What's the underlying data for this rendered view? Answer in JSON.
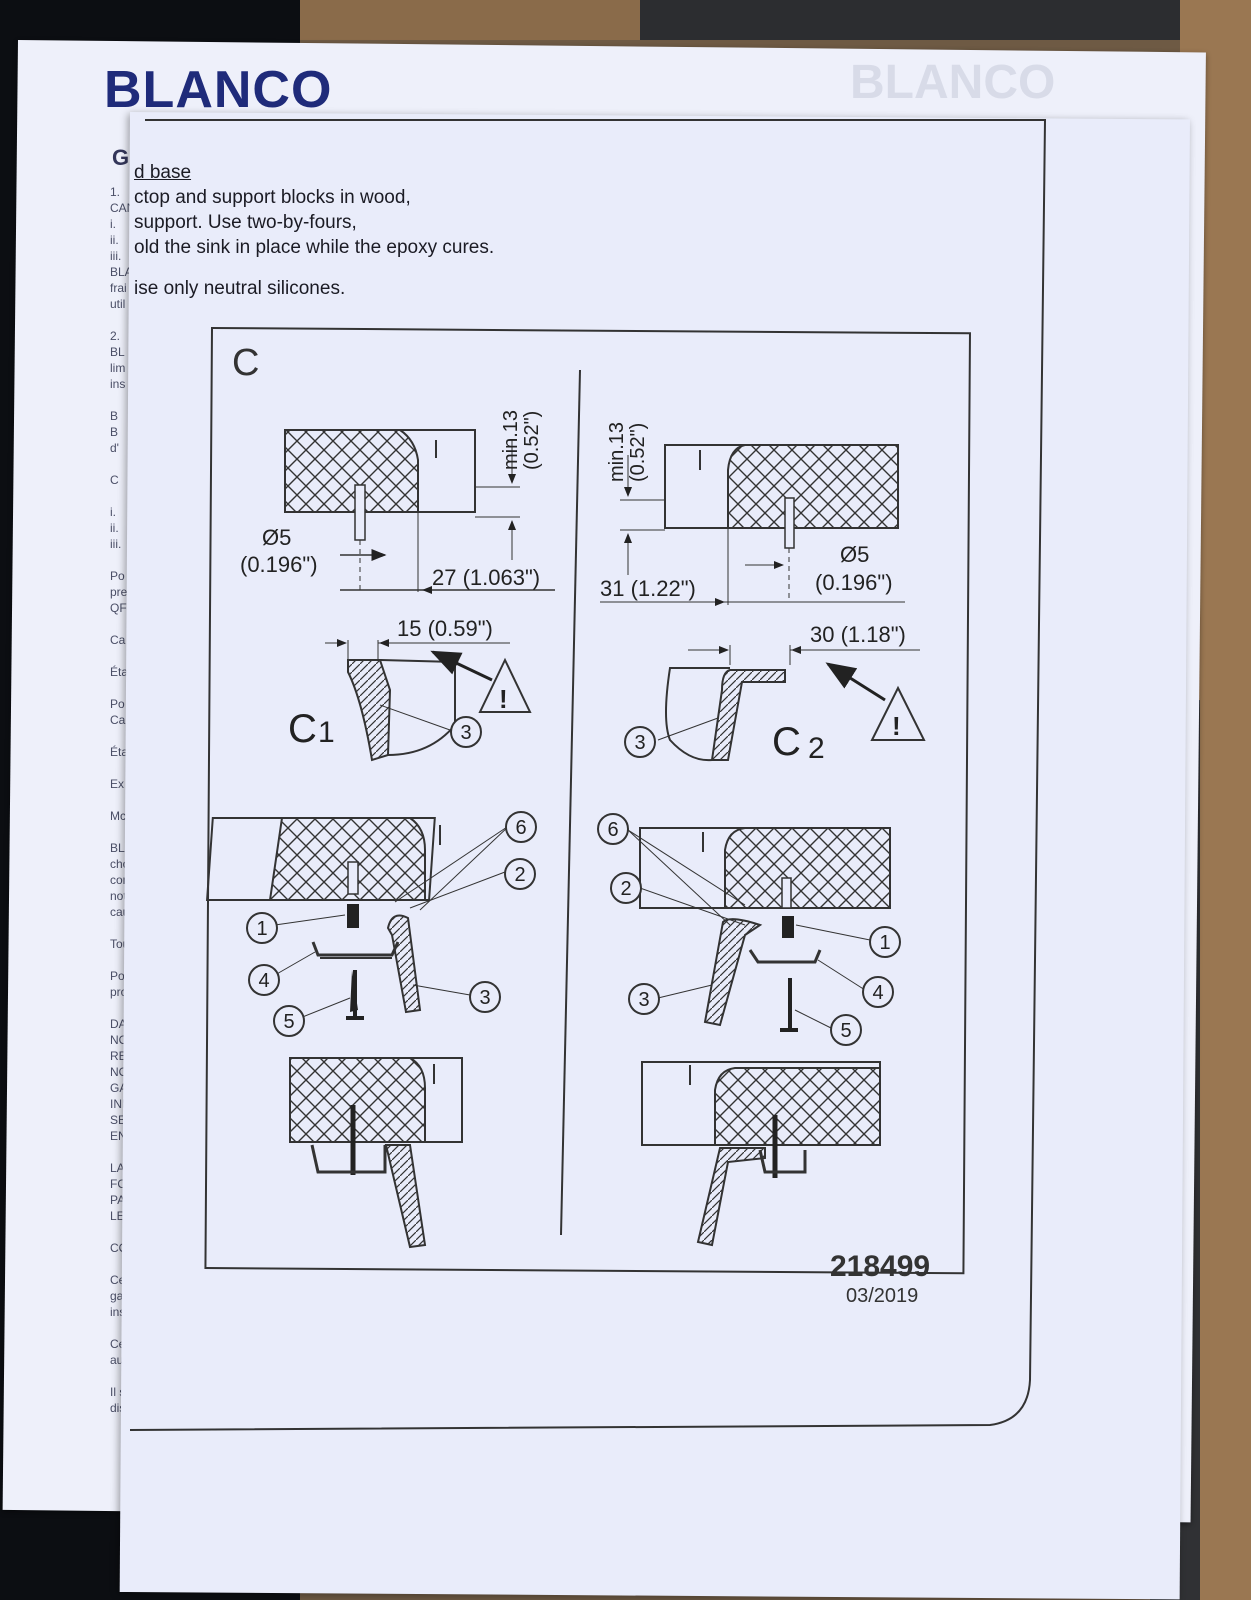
{
  "brand": {
    "logo": "BLANCO",
    "ghost": "BLANCO"
  },
  "back_page": {
    "title": "GA",
    "lines": [
      "1.",
      "CAN",
      "i.",
      "ii.",
      "iii.",
      "BLA",
      "frai",
      "util",
      "",
      "2.",
      "BL",
      "lim",
      "ins",
      "",
      "B",
      "B",
      "d'",
      "",
      "C",
      "",
      "i.",
      "ii.",
      "iii.",
      "",
      "Po",
      "pre",
      "QF",
      "",
      "Ca",
      "",
      "Éta",
      "",
      "Po",
      "Ca",
      "",
      "Éta",
      "",
      "Ex",
      "",
      "Mc",
      "",
      "BLA",
      "cho",
      "cor",
      "nota",
      "cau",
      "",
      "Tou",
      "",
      "Pou",
      "proc",
      "",
      "DAN",
      "NOT",
      "REL",
      "NOT",
      "GAF",
      "INDI",
      "SELO",
      "ENT",
      "",
      "LA F",
      "FON",
      "PAS",
      "LES",
      "",
      "CON",
      "",
      "Cett",
      "gara",
      "insta",
      "",
      "Cett",
      "aux",
      "",
      "Il s'a",
      "disc"
    ]
  },
  "front_page": {
    "heading": "d base",
    "line1": "ctop and support blocks in wood,",
    "line2": "support. Use two-by-fours,",
    "line3": "old the sink in place while the  epoxy cures.",
    "line4": "ise only neutral silicones."
  },
  "figure": {
    "label": "C",
    "left": {
      "min_label": "min.13",
      "min_inch": "(0.52\")",
      "dia": "Ø5",
      "dia_inch": "(0.196\")",
      "dim1": "27 (1.063\")",
      "dim2": "15 (0.59\")",
      "sub": "C1",
      "sub_base": "C",
      "sub_index": "1"
    },
    "right": {
      "min_label": "min.13",
      "min_inch": "(0.52\")",
      "dia": "Ø5",
      "dia_inch": "(0.196\")",
      "dim1": "31 (1.22\")",
      "dim2": "30 (1.18\")",
      "sub": "C2",
      "sub_base": "C",
      "sub_index": "2"
    },
    "callouts": [
      "1",
      "2",
      "3",
      "4",
      "5",
      "6"
    ],
    "warning": "!"
  },
  "doc_number": "218499",
  "doc_date": "03/2019"
}
